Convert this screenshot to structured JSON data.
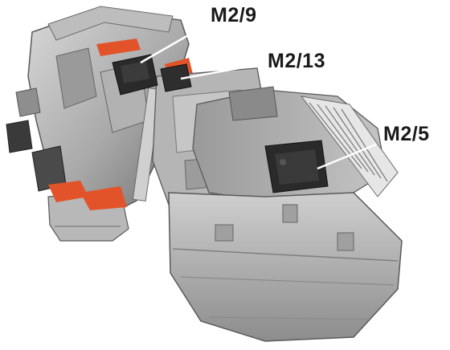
{
  "callouts": [
    {
      "id": "m2_9",
      "label": "M2/9"
    },
    {
      "id": "m2_13",
      "label": "M2/13"
    },
    {
      "id": "m2_5",
      "label": "M2/5"
    }
  ],
  "colors": {
    "housing_light": "#c9c9c9",
    "housing_mid": "#a8a8a8",
    "housing_dark": "#7a7a7a",
    "housing_shadow": "#5a5a5a",
    "actuator": "#2a2a2a",
    "accent_orange": "#e2532a",
    "leader_line": "#ffffff",
    "label_text": "#1a1a1a"
  },
  "icons": {
    "m2_9": "actuator-motor-icon",
    "m2_13": "actuator-motor-icon",
    "m2_5": "actuator-motor-icon"
  }
}
